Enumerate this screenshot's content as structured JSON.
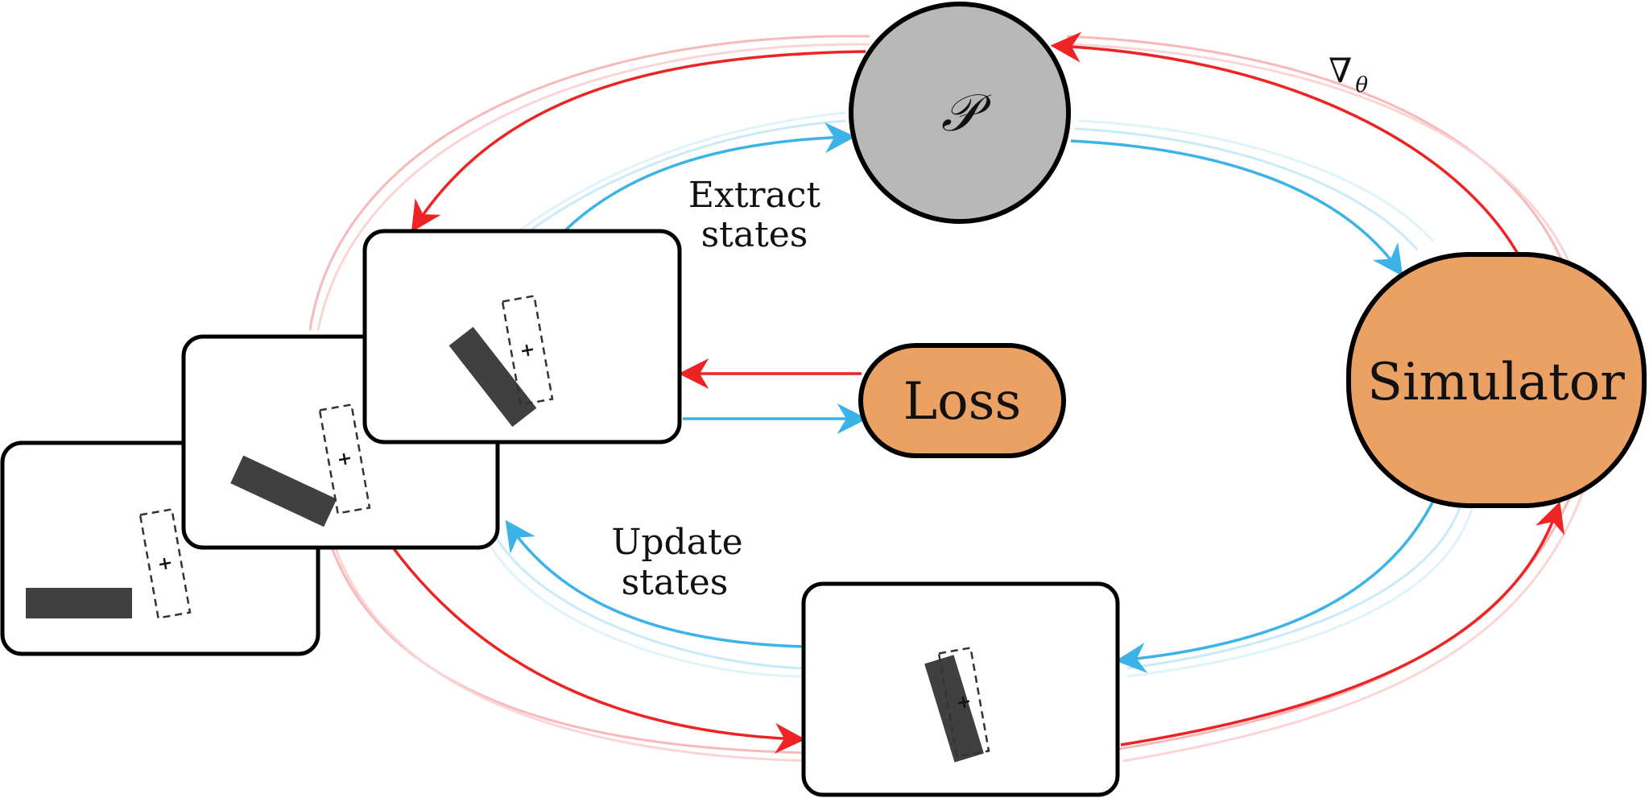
{
  "labels": {
    "policy": "𝒫",
    "gradient": "∇",
    "gradient_sub": "θ",
    "extract_line1": "Extract",
    "extract_line2": "states",
    "update_line1": "Update",
    "update_line2": "states",
    "loss": "Loss",
    "simulator": "Simulator"
  },
  "colors": {
    "forward_flow": "#3bb3e6",
    "backward_flow": "#ee2424",
    "policy_fill": "#b8b8b8",
    "module_fill": "#eba064",
    "object_fill": "#404040",
    "frame_stroke": "#000000"
  },
  "icons": {
    "policy": "circle-node",
    "loss": "pill-node",
    "simulator": "rounded-node",
    "state_frame": "rounded-rect",
    "object": "dark-block",
    "target": "dashed-box-with-plus"
  }
}
